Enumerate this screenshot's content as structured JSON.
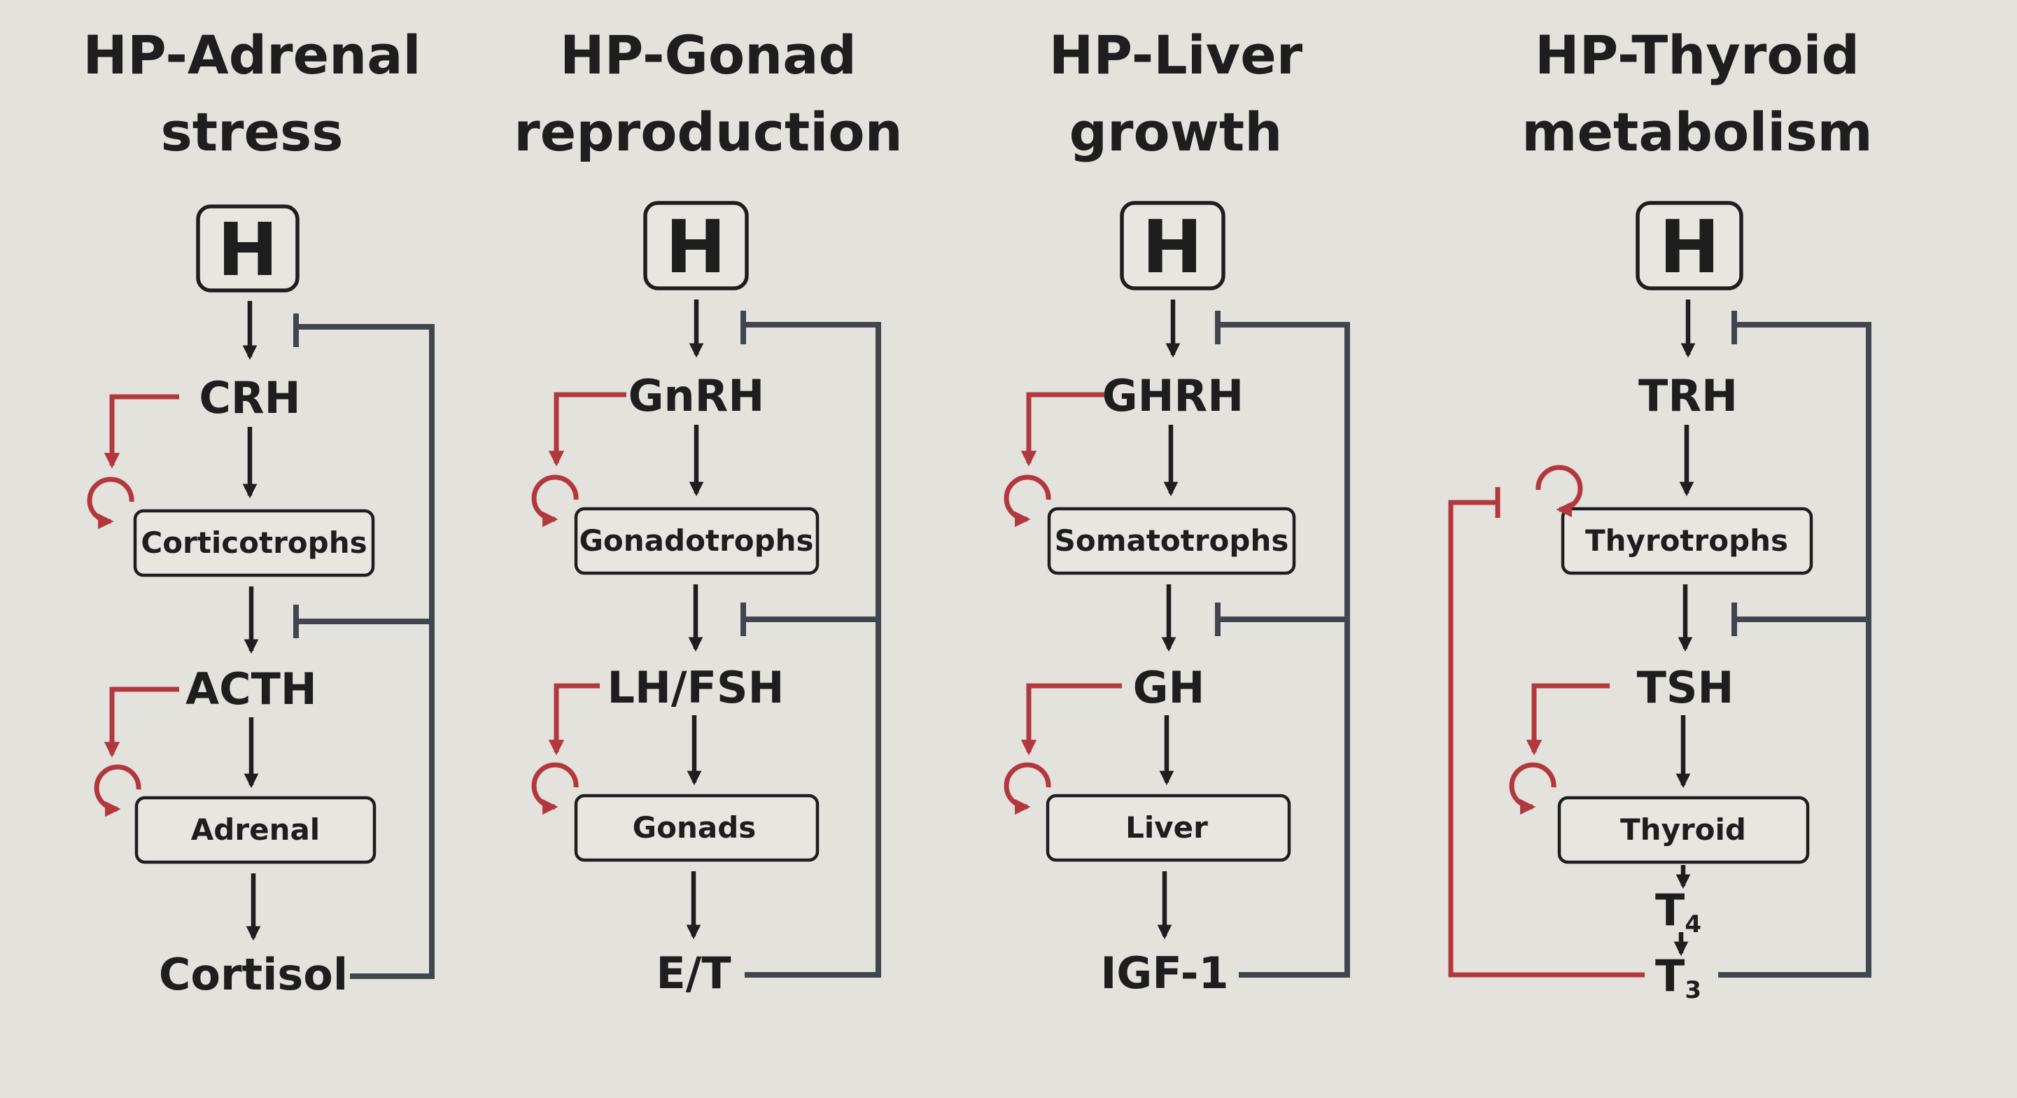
{
  "colors": {
    "background": "#e4e2dd",
    "text": "#1e1e1e",
    "negative_feedback": "#41464e",
    "positive_loop": "#b3383e"
  },
  "axes": [
    {
      "id": "adrenal",
      "title_line1": "HP-Adrenal",
      "title_line2": "stress",
      "top": "H",
      "releasing_hormone": "CRH",
      "pituitary_cell": "Corticotrophs",
      "tropic_hormone": "ACTH",
      "target_gland": "Adrenal",
      "output_hormone": "Cortisol"
    },
    {
      "id": "gonad",
      "title_line1": "HP-Gonad",
      "title_line2": "reproduction",
      "top": "H",
      "releasing_hormone": "GnRH",
      "pituitary_cell": "Gonadotrophs",
      "tropic_hormone": "LH/FSH",
      "target_gland": "Gonads",
      "output_hormone": "E/T"
    },
    {
      "id": "liver",
      "title_line1": "HP-Liver",
      "title_line2": "growth",
      "top": "H",
      "releasing_hormone": "GHRH",
      "pituitary_cell": "Somatotrophs",
      "tropic_hormone": "GH",
      "target_gland": "Liver",
      "output_hormone": "IGF-1"
    },
    {
      "id": "thyroid",
      "title_line1": "HP-Thyroid",
      "title_line2": "metabolism",
      "top": "H",
      "releasing_hormone": "TRH",
      "pituitary_cell": "Thyrotrophs",
      "tropic_hormone": "TSH",
      "target_gland": "Thyroid",
      "intermediate_hormone": "T",
      "intermediate_subscript": "4",
      "output_hormone": "T",
      "output_subscript": "3"
    }
  ]
}
